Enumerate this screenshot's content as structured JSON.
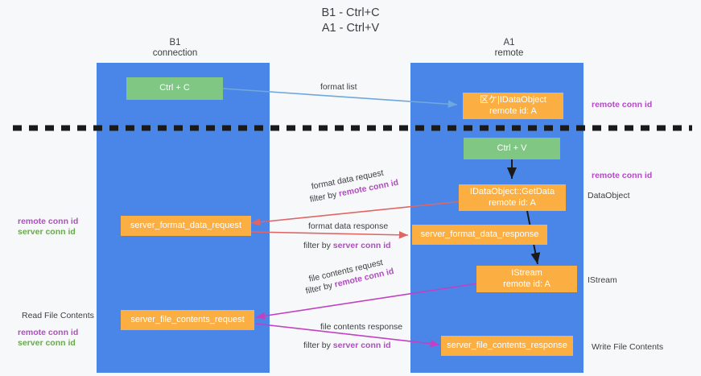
{
  "title": "B1 - Ctrl+C\nA1 - Ctrl+V",
  "lanes": [
    {
      "name": "b1",
      "label": "B1\nconnection"
    },
    {
      "name": "a1",
      "label": "A1\nremote"
    }
  ],
  "nodes": {
    "ctrl_c": "Ctrl + C",
    "ctrl_v": "Ctrl + V",
    "idataobject_remote": "区ケ|IDataObject\nremote id: A",
    "idataobject_getdata": "IDataObject::GetData\nremote id: A",
    "istream": "IStream\nremote id: A",
    "server_format_data_request": "server_format_data_request",
    "server_format_data_response": "server_format_data_response",
    "server_file_contents_request": "server_file_contents_request",
    "server_file_contents_response": "server_file_contents_response"
  },
  "edges": {
    "format_list": "format list",
    "format_data_request": "format data request",
    "format_data_request_filter_prefix": "filter by ",
    "format_data_request_filter_key": "remote conn id",
    "format_data_response": "format data response",
    "format_data_response_filter_prefix": "filter by ",
    "format_data_response_filter_key": "server conn id",
    "file_contents_request": "file contents request",
    "file_contents_request_filter_prefix": "filter by ",
    "file_contents_request_filter_key": "remote conn id",
    "file_contents_response": "file contents response",
    "file_contents_response_filter_prefix": "filter by ",
    "file_contents_response_filter_key": "server conn id"
  },
  "notes": {
    "right_remote_conn_id_top": "remote conn id",
    "right_remote_conn_id_mid": "remote conn id",
    "right_dataobject": "DataObject",
    "right_istream": "IStream",
    "right_write_file_contents": "Write File Contents",
    "left_remote_conn_id": "remote conn id",
    "left_server_conn_id": "server conn id",
    "left_read_file_contents": "Read File Contents",
    "left_remote_conn_id_2": "remote conn id",
    "left_server_conn_id_2": "server conn id"
  },
  "colors": {
    "lane": "#4a86e8",
    "green_node": "#80c784",
    "orange_node": "#fbae42",
    "purple_text": "#b24bc4",
    "green_text": "#6aa84f",
    "arrow_blue": "#6fa8dc",
    "arrow_red": "#e06666",
    "arrow_magenta": "#c340c3",
    "arrow_black": "#1a1a1a",
    "background": "#f7f8f9"
  }
}
